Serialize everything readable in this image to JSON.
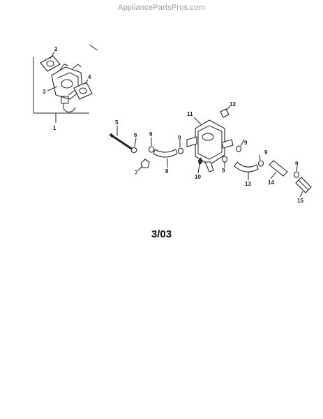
{
  "watermark": "AppliancePartsPros.com",
  "date_code": "3/03",
  "callouts": [
    "1",
    "2",
    "3",
    "4",
    "5",
    "6",
    "7",
    "8",
    "9",
    "9",
    "9",
    "9",
    "9",
    "9",
    "10",
    "11",
    "12",
    "13",
    "14",
    "15"
  ]
}
